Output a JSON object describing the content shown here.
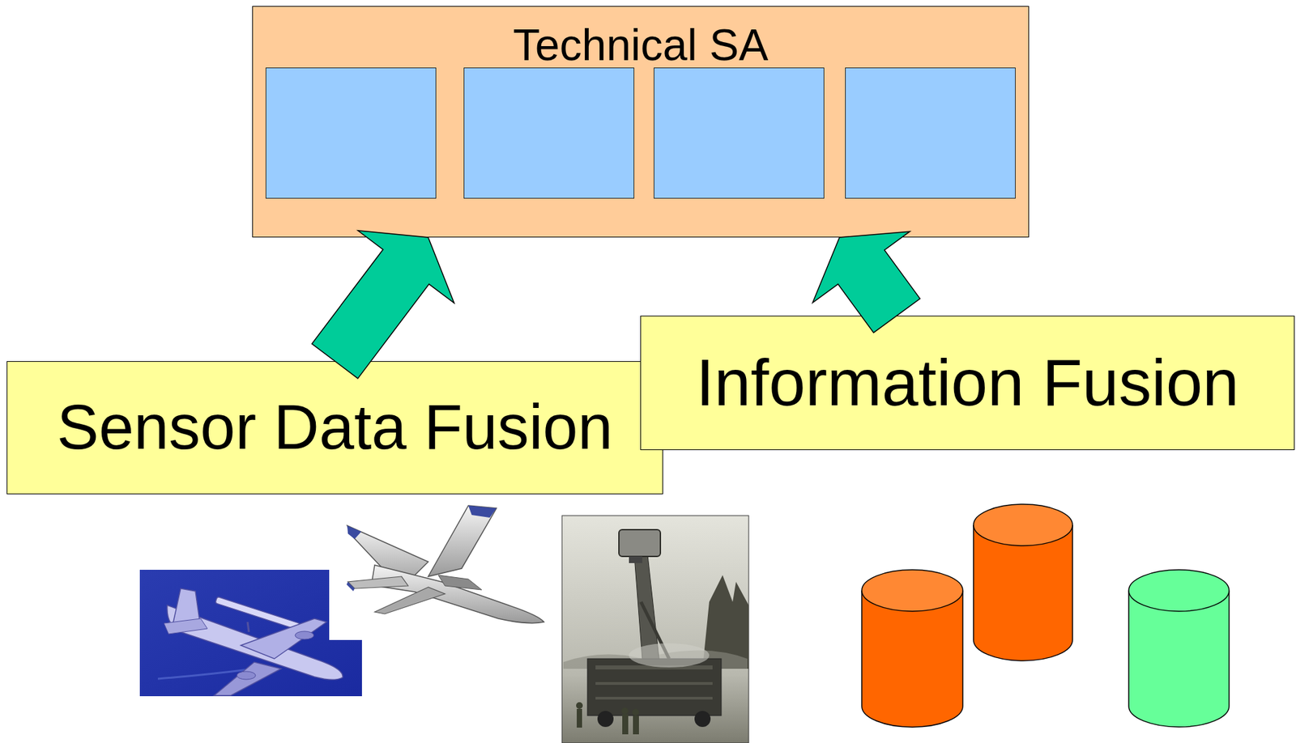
{
  "diagram": {
    "nodes": [
      {
        "text": [
          "Technical SA"
        ]
      },
      {
        "text": [
          "Sensor Data Fusion"
        ]
      },
      {
        "text": [
          "Information Fusion"
        ]
      }
    ],
    "edges": [
      {
        "from": 1,
        "to": 0,
        "arrow": "to"
      },
      {
        "from": 2,
        "to": 0,
        "arrow": "to"
      }
    ]
  }
}
